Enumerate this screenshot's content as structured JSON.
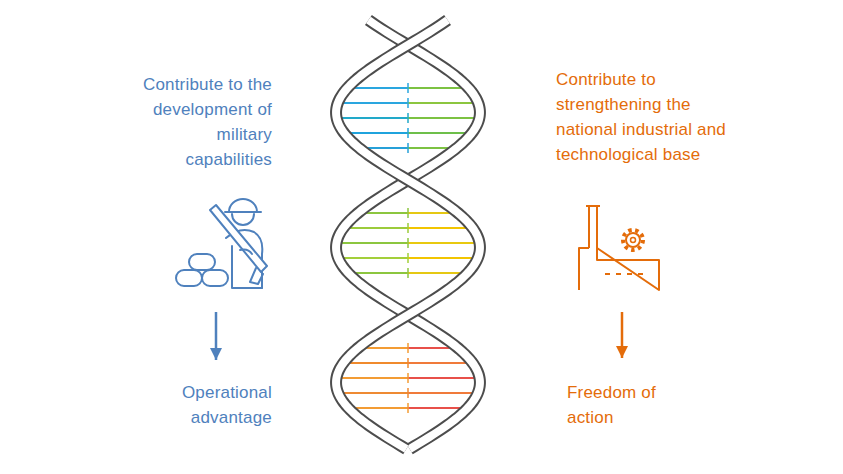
{
  "diagram": {
    "nodes": [
      {
        "text": [
          "Contribute to the development of military capabilities"
        ]
      },
      {
        "text": [
          "Operational advantage"
        ]
      },
      {
        "text": [
          "Contribute to strengthening the national industrial and technological base"
        ]
      },
      {
        "text": [
          "Freedom of action"
        ]
      }
    ],
    "edges": [
      {
        "from": 0,
        "to": 1,
        "arrow": "to"
      },
      {
        "from": 2,
        "to": 3,
        "arrow": "to"
      }
    ]
  }
}
